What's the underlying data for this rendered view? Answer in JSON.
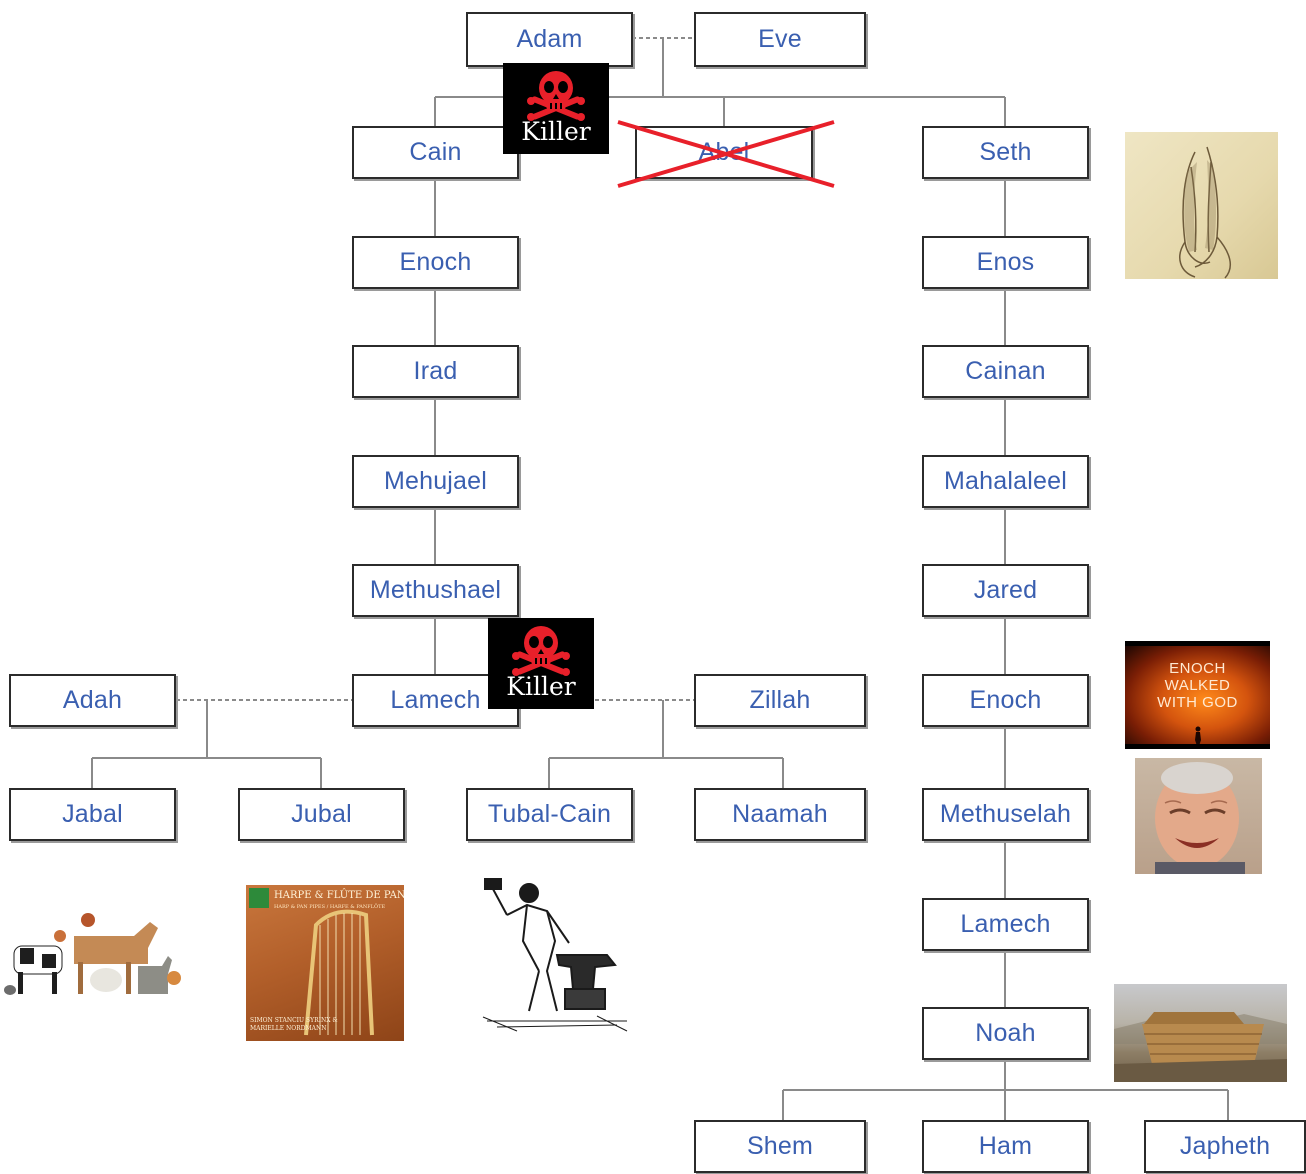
{
  "diagram": {
    "killer_label": "Killer",
    "nodes": {
      "adam": "Adam",
      "eve": "Eve",
      "cain": "Cain",
      "abel": "Abel",
      "seth": "Seth",
      "enoch_cain": "Enoch",
      "irad": "Irad",
      "mehujael": "Mehujael",
      "methushael": "Methushael",
      "lamech_cain": "Lamech",
      "adah": "Adah",
      "zillah": "Zillah",
      "jabal": "Jabal",
      "jubal": "Jubal",
      "tubal_cain": "Tubal-Cain",
      "naamah": "Naamah",
      "enos": "Enos",
      "cainan": "Cainan",
      "mahalaleel": "Mahalaleel",
      "jared": "Jared",
      "enoch_seth": "Enoch",
      "methuselah": "Methuselah",
      "lamech_seth": "Lamech",
      "noah": "Noah",
      "shem": "Shem",
      "ham": "Ham",
      "japheth": "Japheth"
    },
    "images": {
      "enoch_poster_text": "ENOCH\nWALKED\nWITH GOD",
      "harp_title": "HARPE & FLÛTE DE PAN",
      "harp_subtitle": "HARP & PAN PIPES / HARFE & PANFLÖTE",
      "harp_artists": "SIMON STANCIU SYRINX & MARIELLE NORDMANN"
    },
    "colors": {
      "node_text": "#3a5fb0",
      "node_border": "#2b2b2b",
      "line": "#8a8a8a",
      "cross": "#e8202a",
      "skull": "#e8202a"
    }
  }
}
